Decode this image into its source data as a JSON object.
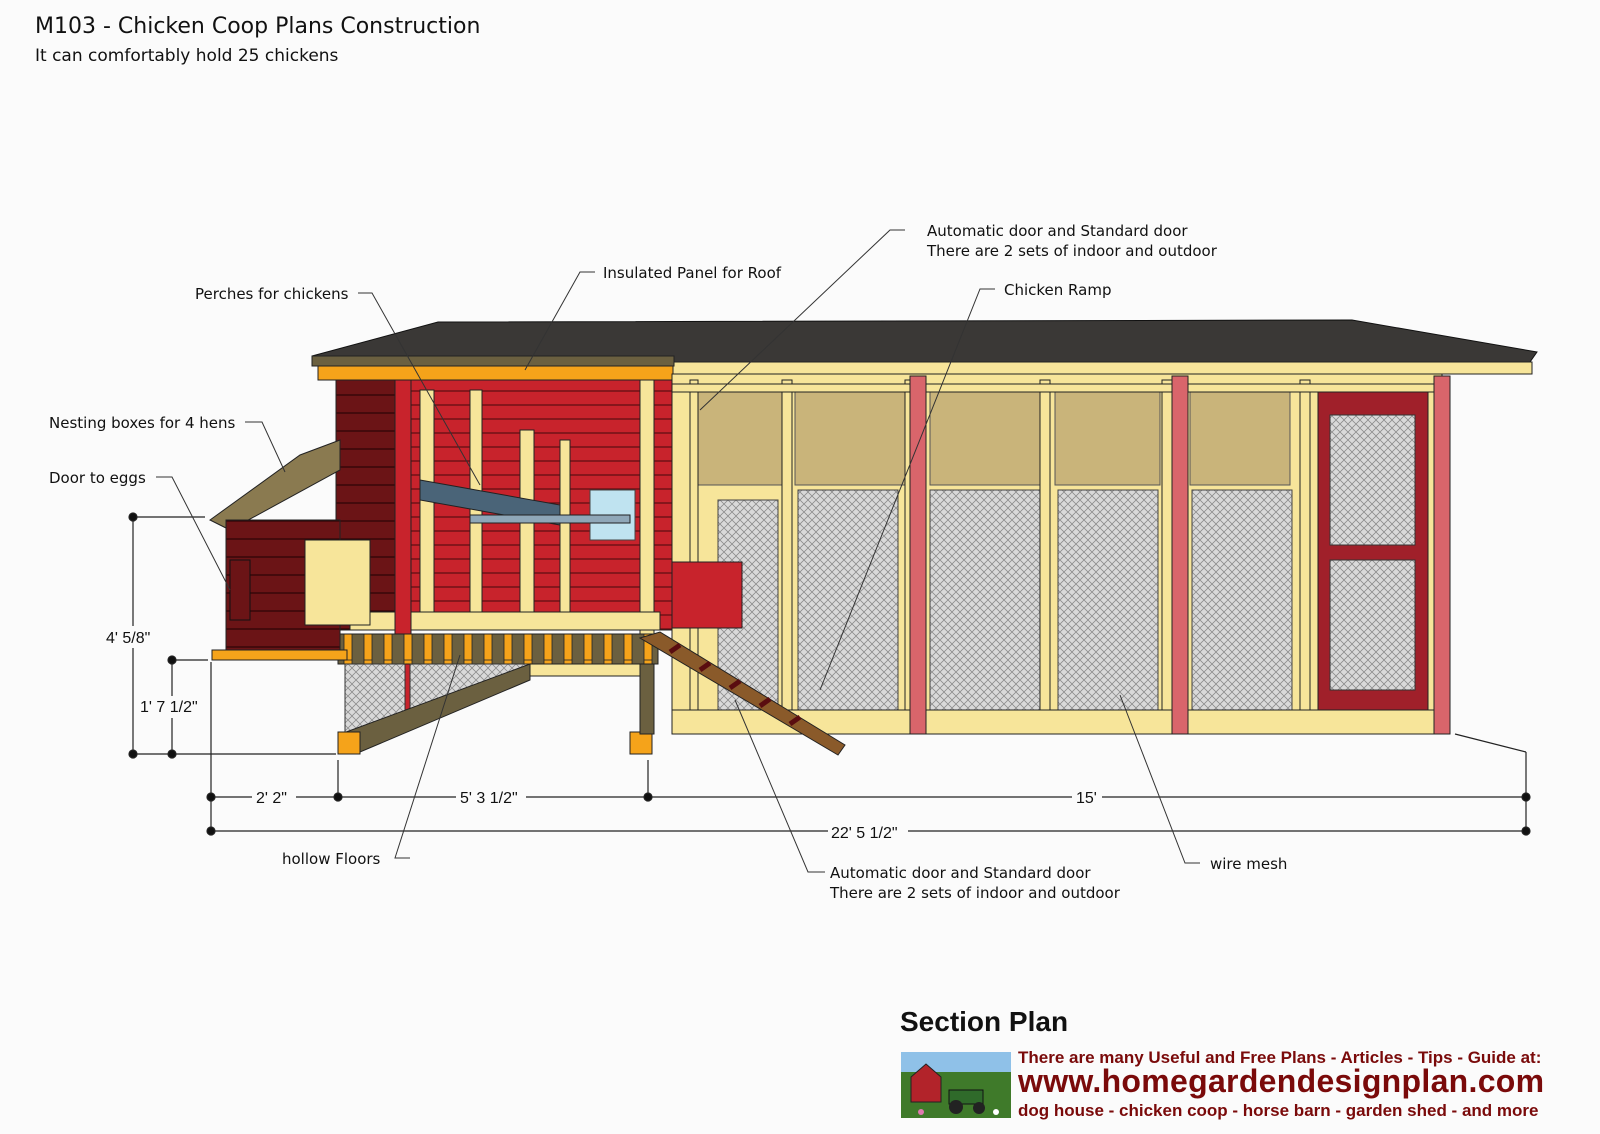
{
  "header": {
    "title": "M103 - Chicken Coop Plans Construction",
    "subtitle": "It can comfortably hold 25 chickens"
  },
  "annotations": {
    "auto_door_top_line1": "Automatic door and Standard door",
    "auto_door_top_line2": "There are 2 sets of indoor and outdoor",
    "chicken_ramp": "Chicken Ramp",
    "insulated_panel": "Insulated Panel for Roof",
    "perches": "Perches for chickens",
    "nesting_boxes": "Nesting boxes for 4 hens",
    "door_to_eggs": "Door to eggs",
    "hollow_floors": "hollow Floors",
    "auto_door_bottom_line1": "Automatic door and Standard door",
    "auto_door_bottom_line2": "There are 2 sets of indoor and outdoor",
    "wire_mesh": "wire mesh"
  },
  "dimensions": {
    "total_height": "4' 5/8\"",
    "floor_height": "1' 7 1/2\"",
    "nesting_width": "2' 2\"",
    "coop_width": "5' 3 1/2\"",
    "run_width": "15'",
    "total_width": "22' 5 1/2\""
  },
  "footer": {
    "section_title": "Section Plan",
    "ad_line1": "There are many Useful and Free Plans - Articles - Tips - Guide at:",
    "ad_url": "www.homegardendesignplan.com",
    "ad_line3": "dog house - chicken coop - horse barn - garden shed - and more"
  },
  "colors": {
    "roof": "#3a3836",
    "framing": "#f7e59a",
    "red_siding": "#c8232c",
    "dark_red": "#6b1416",
    "orange_block": "#f5a31a",
    "olive_trim": "#6b6040",
    "ad_text": "#7a0a0a"
  }
}
